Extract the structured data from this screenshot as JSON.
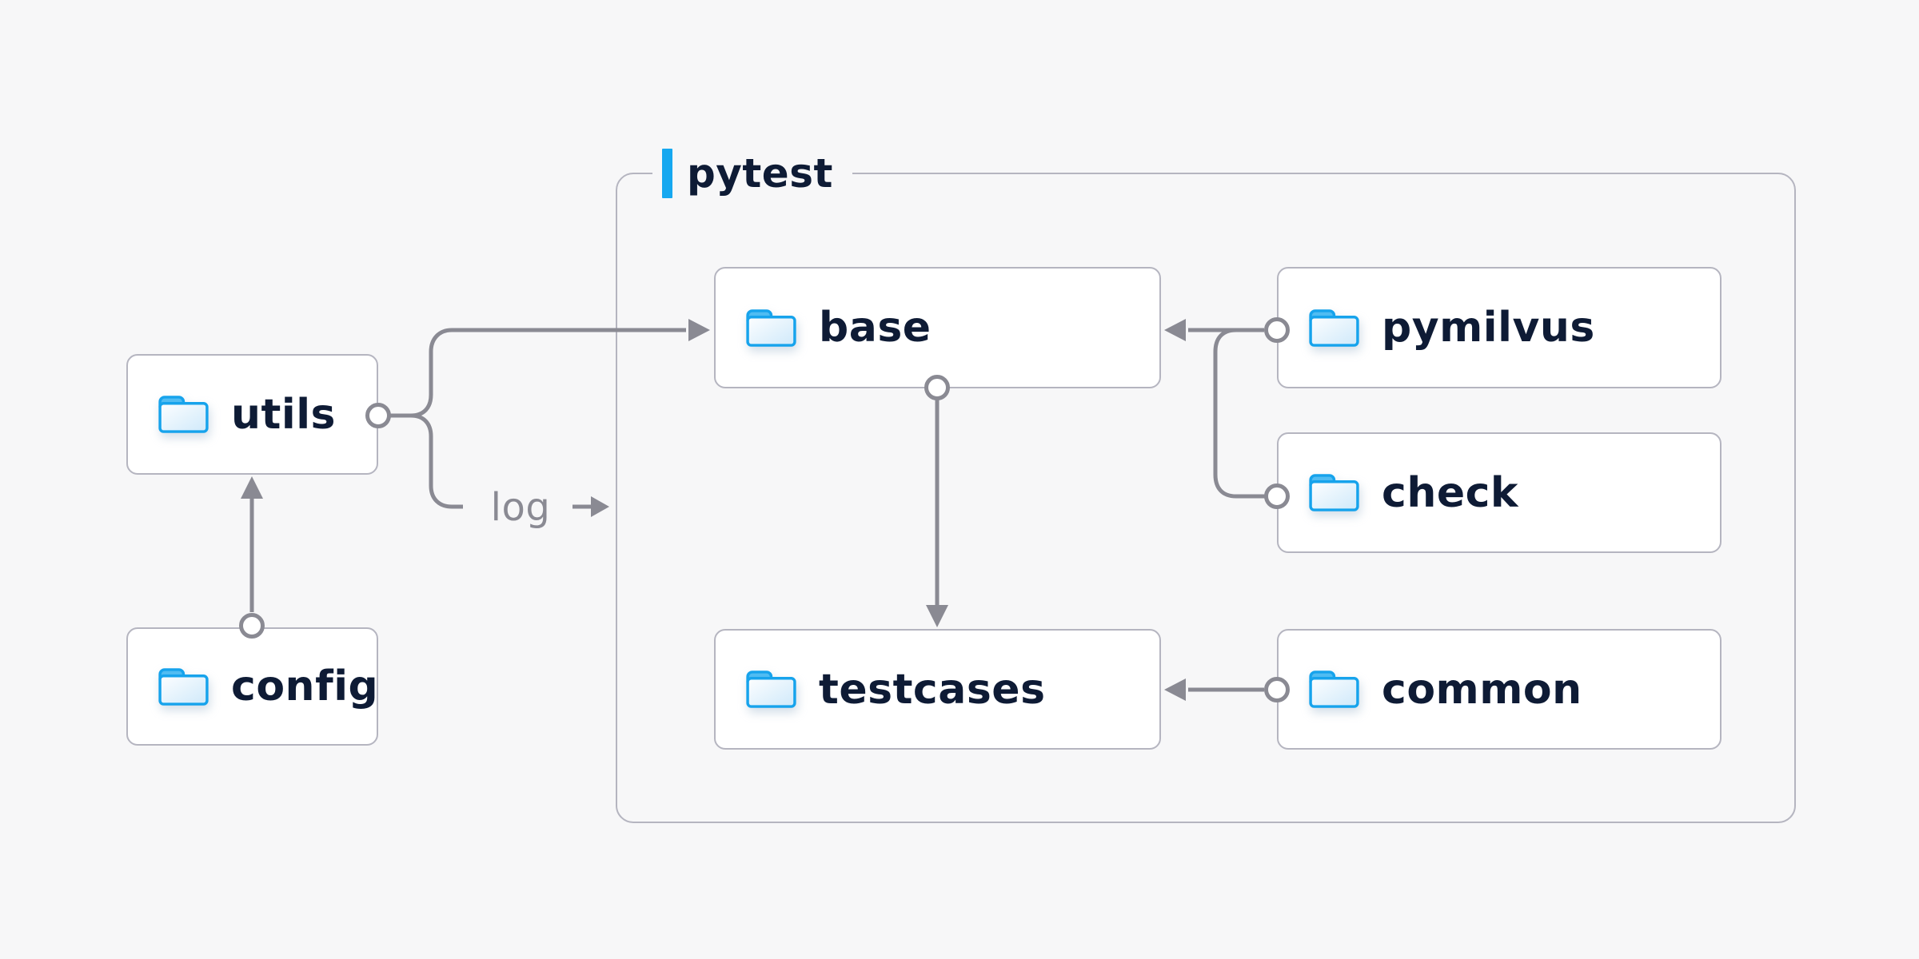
{
  "figure": {
    "background": "#f7f7f8",
    "container": {
      "label": "pytest"
    },
    "nodes": {
      "utils": {
        "label": "utils",
        "icon": "folder-icon"
      },
      "config": {
        "label": "config",
        "icon": "folder-icon"
      },
      "base": {
        "label": "base",
        "icon": "folder-icon"
      },
      "pymilvus": {
        "label": "pymilvus",
        "icon": "folder-icon"
      },
      "check": {
        "label": "check",
        "icon": "folder-icon"
      },
      "testcases": {
        "label": "testcases",
        "icon": "folder-icon"
      },
      "common": {
        "label": "common",
        "icon": "folder-icon"
      }
    },
    "edge_labels": {
      "log": "log"
    },
    "edges": [
      {
        "from": "config",
        "to": "utils",
        "marker": "circle-to-arrow"
      },
      {
        "from": "utils",
        "to": "base",
        "marker": "circle-to-arrow"
      },
      {
        "from": "utils",
        "to": "log",
        "marker": "circle-to-label-arrow"
      },
      {
        "from": "base",
        "to": "testcases",
        "marker": "circle-to-arrow"
      },
      {
        "from": "pymilvus",
        "to": "base",
        "marker": "circle-to-arrow"
      },
      {
        "from": "check",
        "to": "base",
        "marker": "circle-to-arrow"
      },
      {
        "from": "common",
        "to": "testcases",
        "marker": "circle-to-arrow"
      }
    ],
    "colors": {
      "accent_blue": "#16a8f0",
      "folder_blue": "#16a3ec",
      "connector_gray": "#8a8a93",
      "box_border_gray": "#b5b5c0",
      "text_navy": "#0e1b35",
      "label_gray": "#8a8a93",
      "background": "#f7f7f8"
    }
  }
}
